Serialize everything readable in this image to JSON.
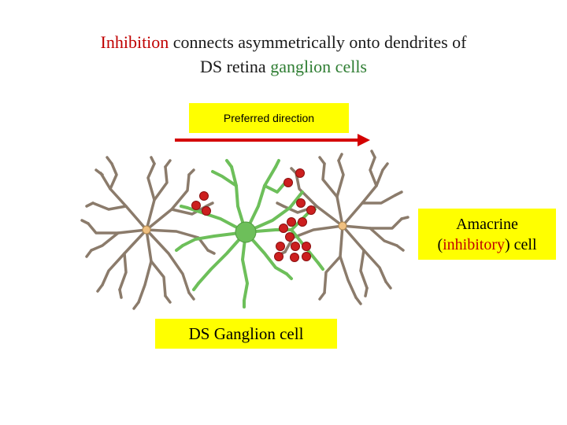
{
  "title": {
    "line1_red": "Inhibition",
    "line1_rest": " connects asymmetrically onto dendrites of",
    "line2_start": "DS retina ",
    "line2_green": "ganglion cells"
  },
  "direction_label": "Preferred direction",
  "amacrine_label": {
    "line1": "Amacrine",
    "line2_open": "(",
    "line2_red": "inhibitory",
    "line2_close": ") cell"
  },
  "ganglion_label": "DS Ganglion cell",
  "colors": {
    "inhibition_text": "#c00000",
    "ganglion_text": "#2e7d32",
    "label_box": "#ffff00",
    "arrow": "#d40000",
    "amacrine_dendrite": "#8b7b6b",
    "ganglion_dendrite": "#6dbf5a",
    "synapse": "#cc1f1f",
    "amacrine_soma": "#f0c080"
  }
}
